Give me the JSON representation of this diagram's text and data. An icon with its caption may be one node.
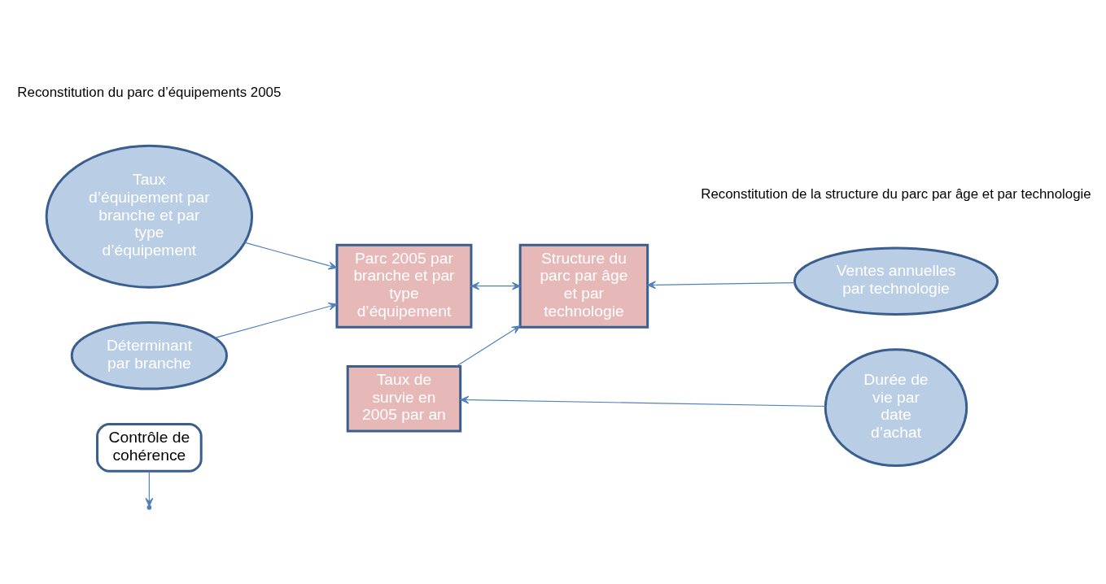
{
  "diagram": {
    "nodes": [
      {
        "text": [
          "Contrôle de cohérence"
        ]
      },
      {
        "text": [
          "Taux d’équipement par branche et par type d’équipement"
        ]
      },
      {
        "text": [
          "Parc 2005 par branche et par type d’équipement"
        ]
      },
      {
        "text": [
          "Déterminant par branche"
        ]
      },
      {
        "text": [
          "Taux de survie en 2005 par an"
        ]
      },
      {
        "text": [
          "Durée de vie par date d’achat"
        ]
      },
      {
        "text": [
          "Structure du parc par âge et par technologie"
        ]
      },
      {
        "text": [
          "Ventes annuelles par technologie"
        ]
      }
    ],
    "edges": [
      {
        "from": 1,
        "to": 2,
        "arrow": "to"
      },
      {
        "from": 3,
        "to": 2,
        "arrow": "to"
      },
      {
        "from": 2,
        "to": 6,
        "arrow": "both"
      },
      {
        "from": 0,
        "to": null,
        "arrow": "to"
      },
      {
        "from": 5,
        "to": 4,
        "arrow": "to"
      },
      {
        "from": 4,
        "to": 6,
        "arrow": "to"
      },
      {
        "from": 7,
        "to": 6,
        "arrow": "to"
      }
    ],
    "labels": [
      "Reconstitution du parc d’équipements 2005",
      "Reconstitution de la structure du parc par âge et par technologie"
    ]
  }
}
